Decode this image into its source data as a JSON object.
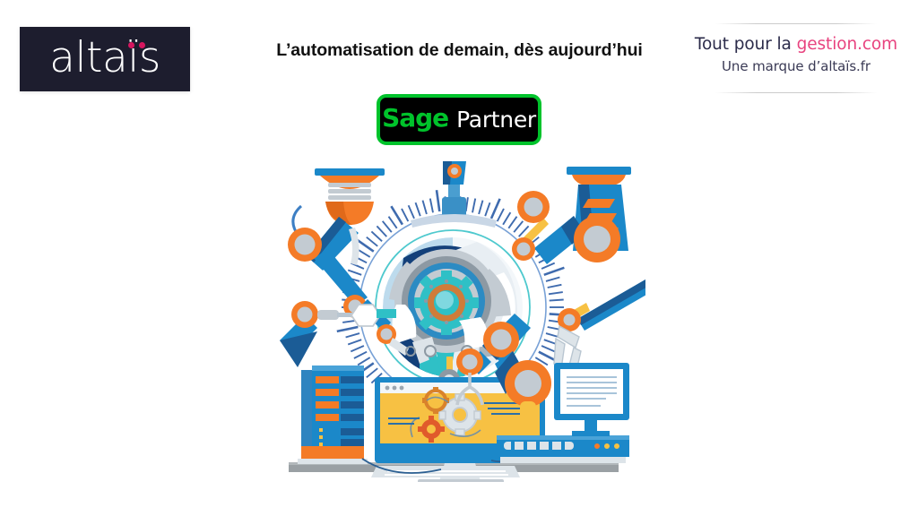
{
  "slide": {
    "background_color": "#ffffff",
    "headline": "L’automatisation de demain, dès aujourd’hui"
  },
  "altais_logo": {
    "wordmark": "altaïs",
    "box_color": "#1d1d2e",
    "text_color": "#ffffff",
    "accent_color": "#d6165f"
  },
  "brand_right": {
    "line1_prefix": "Tout pour la ",
    "line1_highlight": "gestion.com",
    "line2": "Une marque d’altaïs.fr",
    "text_color": "#2b2b4a",
    "highlight_color": "#e8437f"
  },
  "sage_badge": {
    "brand": "Sage",
    "label": "Partner",
    "background_color": "#000000",
    "border_color": "#00c32b",
    "brand_color": "#00c32b",
    "label_color": "#ffffff"
  },
  "illustration": {
    "alt": "industrial-automation-robot-arms-ai-head",
    "palette": {
      "blue": "#1b88c9",
      "dark_blue": "#1b5c96",
      "navy": "#13407a",
      "orange": "#f47b27",
      "teal": "#2fc0c6",
      "grey": "#c3cbd2",
      "light_grey": "#dde4e9",
      "yellow": "#f7c143",
      "desk_grey": "#9aa0a4"
    },
    "elements": [
      "robot-arm-top-left-suction",
      "robot-arm-top-center-mount",
      "robot-arm-top-right-striped",
      "robot-arm-right-gripper",
      "robot-arm-left-hex",
      "robot-arm-lower-center",
      "ai-robot-head-gear-dial",
      "computer-tower",
      "desktop-monitor-gears",
      "keyboard",
      "mouse",
      "cnc-machine-base",
      "machine-monitor",
      "desk-surface"
    ]
  }
}
